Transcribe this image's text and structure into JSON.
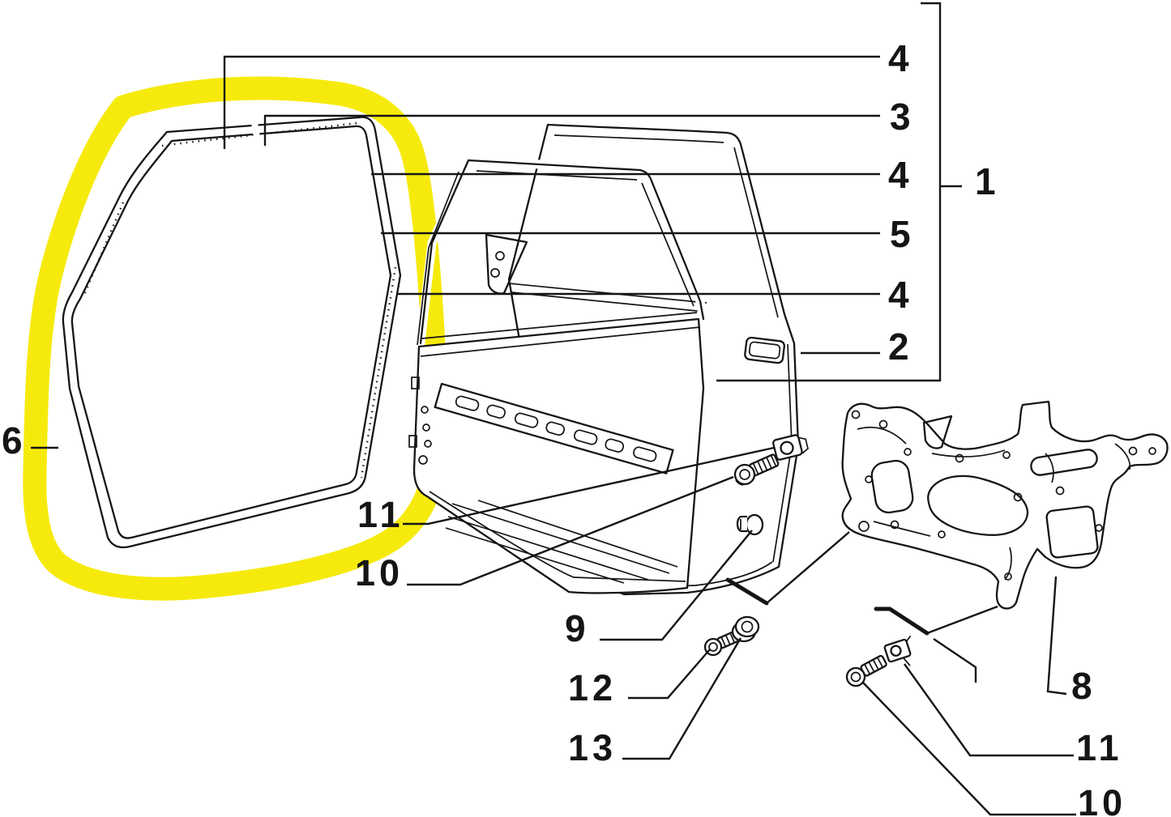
{
  "diagram": {
    "type": "exploded-parts-diagram",
    "subject": "car door assembly with window frames, door seal and window regulator mounting panel",
    "background_color": "#ffffff",
    "line_color": "#151515",
    "highlight_color": "#f6e900",
    "highlighted_callout": "6",
    "callouts": {
      "c1": "1",
      "c2": "2",
      "c3": "3",
      "c4a": "4",
      "c4b": "4",
      "c4c": "4",
      "c5": "5",
      "c6": "6",
      "c8": "8",
      "c9": "9",
      "c10_mid": "10",
      "c11_mid": "11",
      "c12": "12",
      "c13": "13",
      "c10_bottom": "10",
      "c11_bottom": "11"
    }
  }
}
